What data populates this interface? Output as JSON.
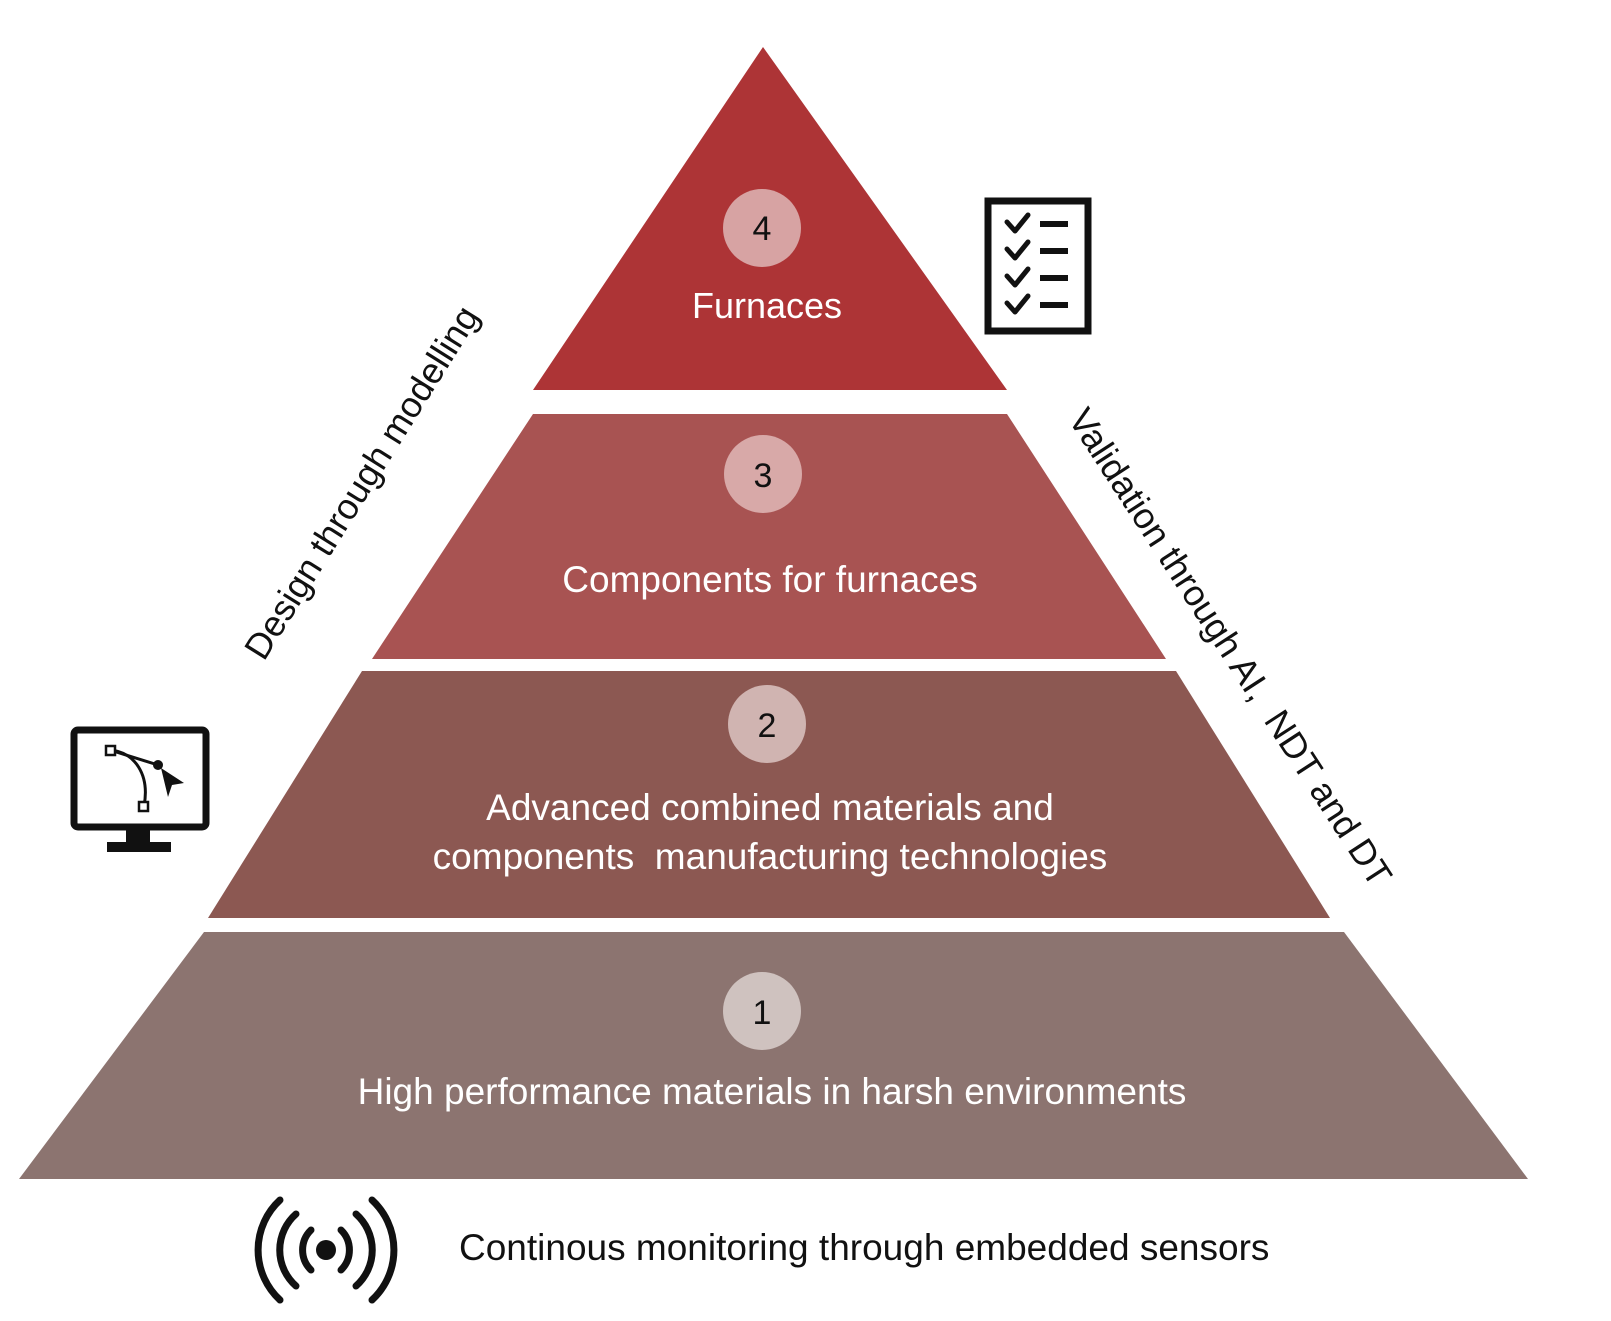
{
  "colors": {
    "tier4": "#AD3436",
    "tier3": "#A85352",
    "tier2": "#8C5852",
    "tier1": "#8C7470",
    "badge4": "#D7A3A3",
    "badge3": "#D8A9A8",
    "badge2": "#D0B4B1",
    "badge1": "#CFC2BF",
    "tier_text": "#FFFFFF",
    "side_text": "#111111",
    "icon": "#111111"
  },
  "tiers": [
    {
      "number": "4",
      "label_lines": [
        "Furnaces"
      ]
    },
    {
      "number": "3",
      "label_lines": [
        "Components for furnaces"
      ]
    },
    {
      "number": "2",
      "label_lines": [
        "Advanced combined materials and",
        "components  manufacturing technologies"
      ]
    },
    {
      "number": "1",
      "label_lines": [
        "High performance materials in harsh environments"
      ]
    }
  ],
  "left_label": "Design through modelling",
  "right_label": "Validation through AI,  NDT and DT",
  "bottom_label": "Continous monitoring through embedded sensors",
  "icons": {
    "left": "computer-monitor-bezier-icon",
    "right": "checklist-icon",
    "bottom": "wireless-sensor-icon"
  }
}
